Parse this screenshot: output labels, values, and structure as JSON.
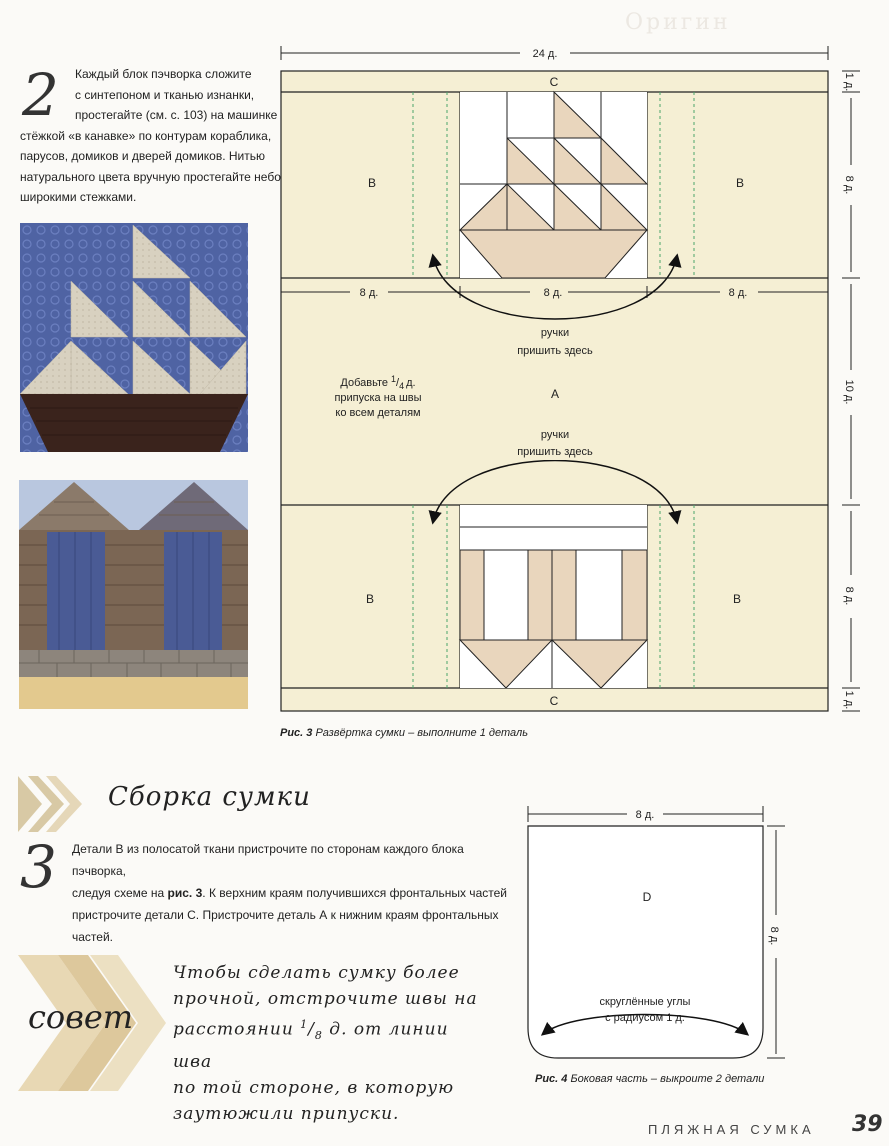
{
  "header": {
    "faded_title": "Оригин"
  },
  "step2": {
    "number": "2",
    "lines": [
      "Каждый блок пэчворка сложите",
      "с синтепоном и тканью изнанки,",
      "простегайте (см. с. 103) на машинке",
      "стёжкой «в канавке» по контурам кораблика,",
      "парусов, домиков и дверей домиков. Нитью",
      "натурального цвета вручную простегайте небо",
      "широкими стежками."
    ]
  },
  "fig3": {
    "width_label": "24 д.",
    "right_dims": [
      "1 д.",
      "8 д.",
      "10 д.",
      "8 д.",
      "1 д."
    ],
    "section_dims": [
      "8 д.",
      "8 д.",
      "8 д."
    ],
    "label_c": "C",
    "label_b": "B",
    "label_a": "A",
    "handles": [
      "ручки",
      "пришить здесь"
    ],
    "seam_note": [
      "Добавьте",
      "1",
      "4",
      "д.",
      "припуска на швы",
      "ко всем деталям"
    ],
    "caption_bold": "Рис. 3",
    "caption_text": " Развёртка сумки – выполните 1 деталь"
  },
  "section_title": "Сборка сумки",
  "step3": {
    "number": "3",
    "line1": "Детали В из полосатой ткани пристрочите по сторонам каждого блока пэчворка,",
    "line2_pre": "следуя схеме на ",
    "line2_bold": "рис. 3",
    "line2_post": ". К верхним краям получившихся фронтальных частей",
    "line3": "пристрочите детали С. Пристрочите деталь А к нижним краям фронтальных частей."
  },
  "tip": {
    "label": "совет",
    "line1": "Чтобы сделать сумку более",
    "line2": "прочной, отстрочите швы на",
    "line3_pre": "расстоянии ",
    "frac_num": "1",
    "frac_den": "8",
    "line3_post": " д. от линии шва",
    "line4": "по той стороне, в которую",
    "line5": "заутюжили припуски."
  },
  "fig4": {
    "width_label": "8 д.",
    "height_label": "8 д.",
    "label_d": "D",
    "corner_note": [
      "скруглённые углы",
      "с радиусом 1 д."
    ],
    "caption_bold": "Рис. 4",
    "caption_text": " Боковая часть – выкроите 2 детали"
  },
  "footer": {
    "text": "ПЛЯЖНАЯ СУМКА",
    "page": "39"
  },
  "colors": {
    "fabric": "#f5efd4",
    "tan": "#e9d6bd",
    "denim": "#4a5b95",
    "sail": "#d9d2c2",
    "hull": "#3a231c",
    "dash": "#4aa56a"
  }
}
